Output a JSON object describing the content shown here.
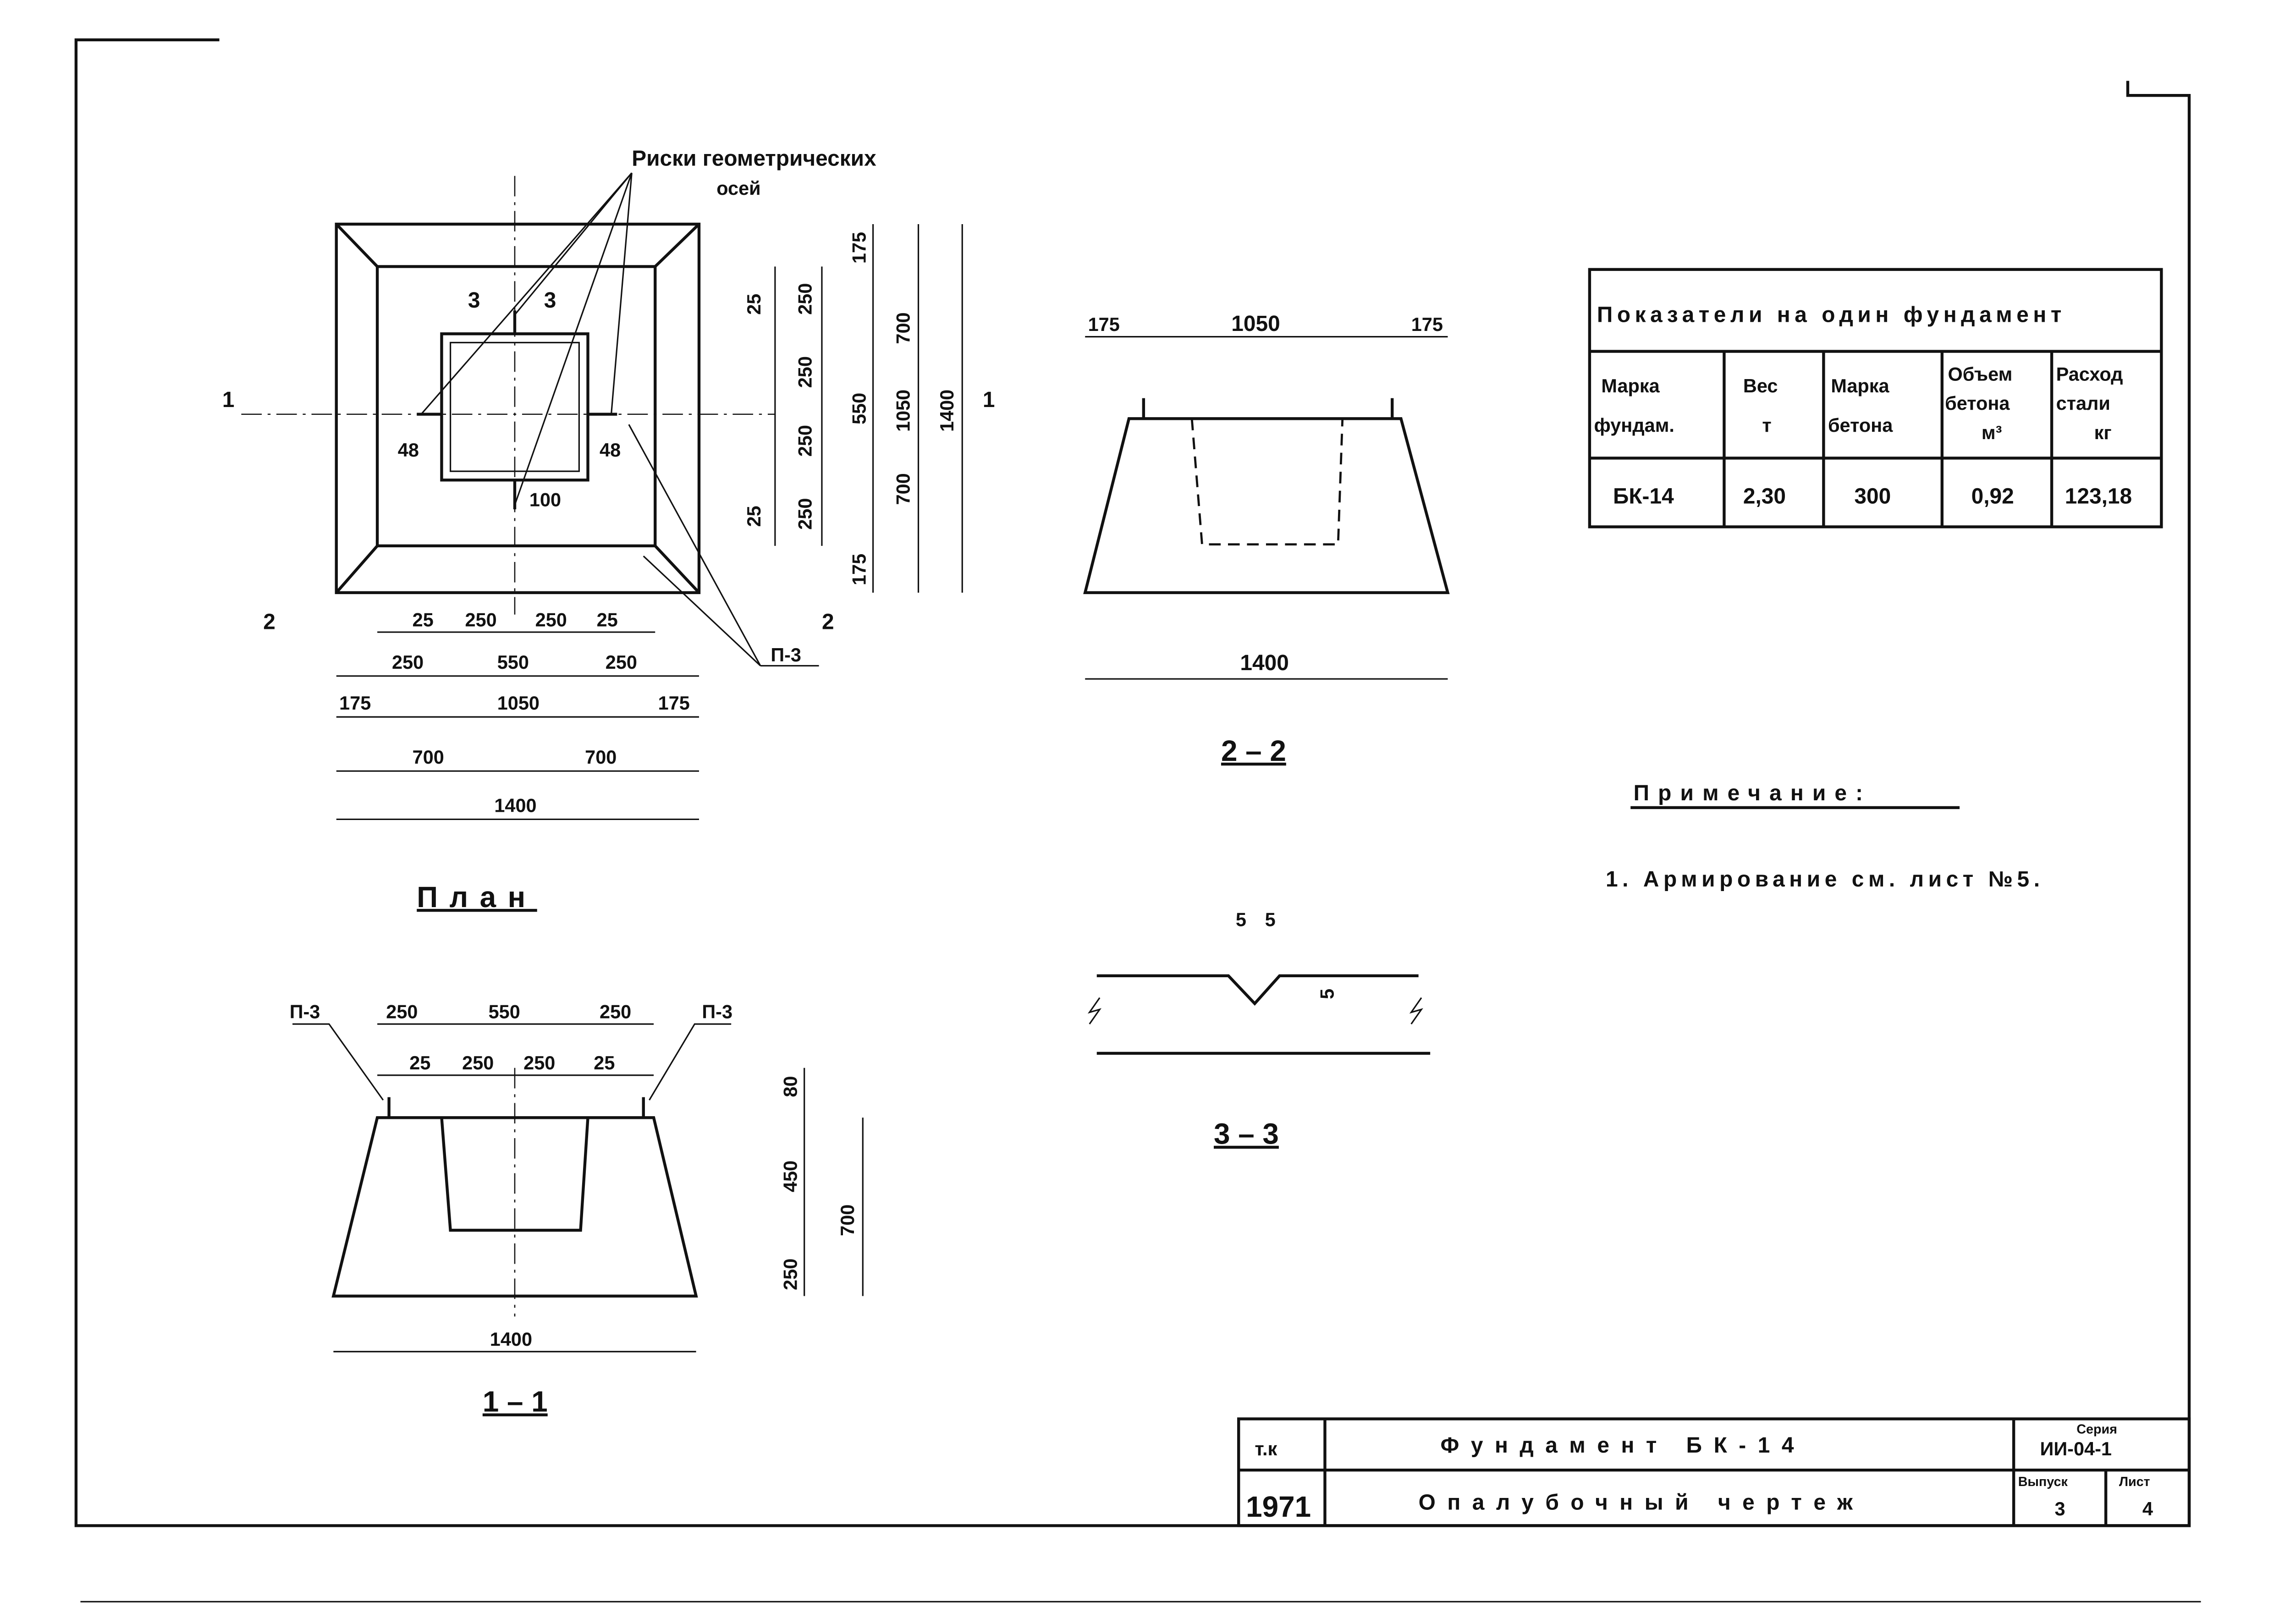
{
  "plan": {
    "title": "План",
    "axes_label_line1": "Риски геометрических",
    "axes_label_line2": "осей",
    "section_marks": {
      "s1": "1",
      "s2": "2",
      "s3": "3"
    },
    "embed_label": "П-3",
    "dims": {
      "d175": "175",
      "d250": "250",
      "d25": "25",
      "d550": "550",
      "d1050": "1050",
      "d700": "700",
      "d1400": "1400",
      "d48": "48",
      "d100": "100"
    }
  },
  "section_2_2": {
    "title": "2 – 2"
  },
  "section_1_1": {
    "title": "1 – 1",
    "embed_left": "П-3",
    "embed_right": "П-3",
    "d80": "80",
    "d450": "450"
  },
  "section_3_3": {
    "title": "3 – 3",
    "d5": "5"
  },
  "indicators_table": {
    "title": "Показатели на один фундамент",
    "headers": [
      "Марка фундам.",
      "Вес т",
      "Марка бетона",
      "Объем бетона м³",
      "Расход стали кг"
    ],
    "header_lines": [
      [
        "Марка",
        "фундам."
      ],
      [
        "Вес",
        "т"
      ],
      [
        "Марка",
        "бетона"
      ],
      [
        "Объем",
        "бетона",
        "м³"
      ],
      [
        "Расход",
        "стали",
        "кг"
      ]
    ],
    "row": [
      "БК-14",
      "2,30",
      "300",
      "0,92",
      "123,18"
    ]
  },
  "note": {
    "heading": "Примечание:",
    "items": [
      "1. Армирование см. лист №5."
    ]
  },
  "title_block": {
    "org": "т.к",
    "year": "1971",
    "name": "Фундамент БК-14",
    "drawing_type": "Опалубочный чертеж",
    "series_label": "Серия",
    "series": "ИИ-04-1",
    "issue_label": "Выпуск",
    "issue": "3",
    "sheet_label": "Лист",
    "sheet": "4"
  }
}
